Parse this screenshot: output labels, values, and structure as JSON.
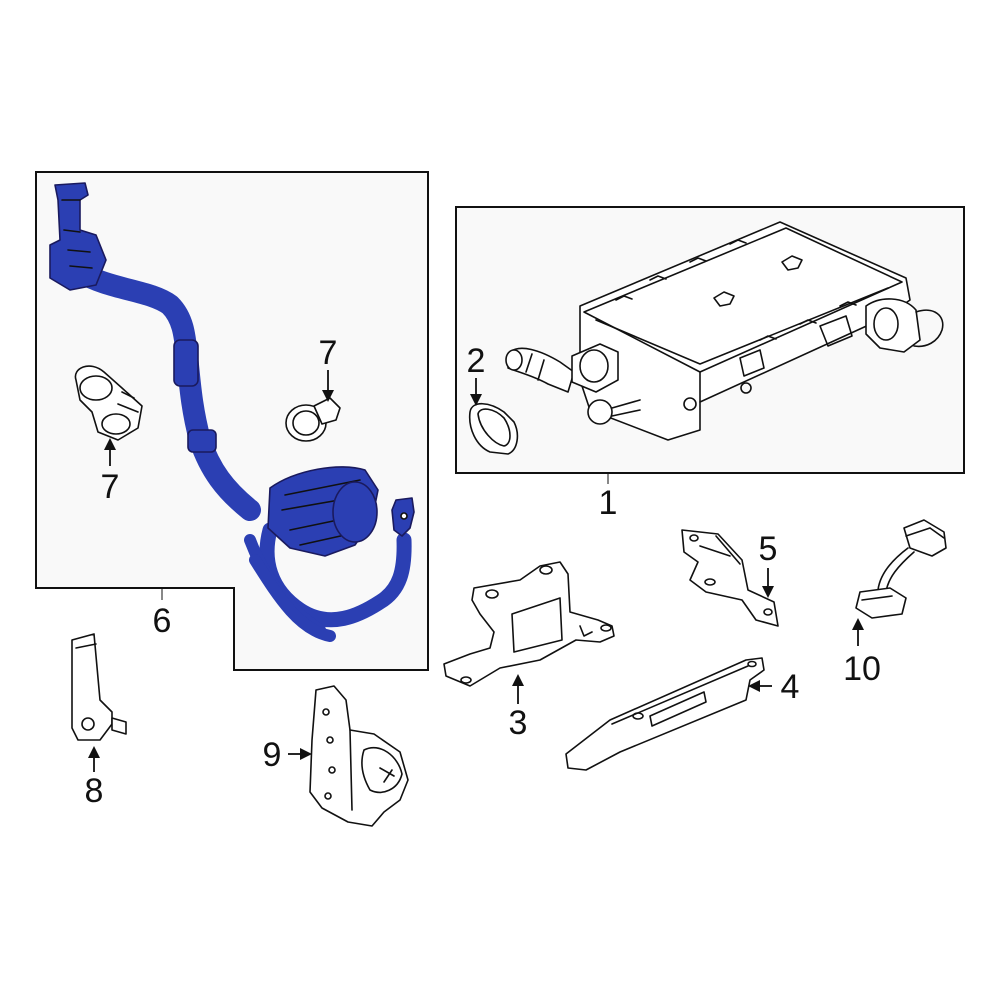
{
  "diagram": {
    "highlight_color": "#2b3fb3",
    "parts": [
      {
        "id": "1",
        "label": "1"
      },
      {
        "id": "2",
        "label": "2"
      },
      {
        "id": "3",
        "label": "3"
      },
      {
        "id": "4",
        "label": "4"
      },
      {
        "id": "5",
        "label": "5"
      },
      {
        "id": "6",
        "label": "6"
      },
      {
        "id": "7a",
        "label": "7"
      },
      {
        "id": "7b",
        "label": "7"
      },
      {
        "id": "8",
        "label": "8"
      },
      {
        "id": "9",
        "label": "9"
      },
      {
        "id": "10",
        "label": "10"
      }
    ]
  }
}
